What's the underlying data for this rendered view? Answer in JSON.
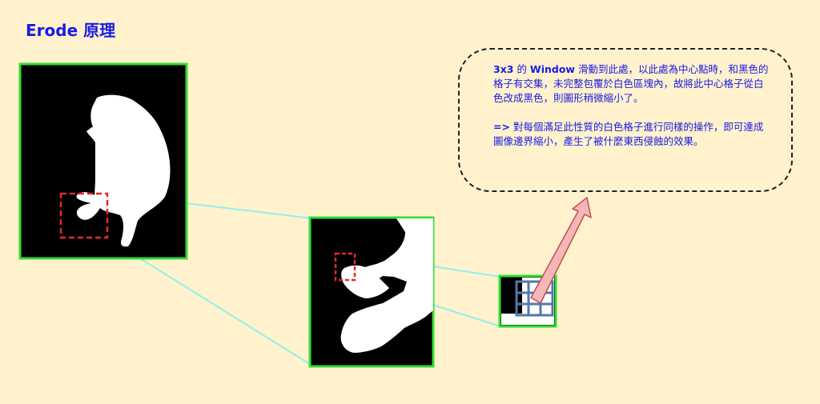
{
  "title": {
    "prefix": "Erode",
    "suffix": "原理"
  },
  "callout": {
    "p1_bold": "3x3",
    "p1_text1": " 的 ",
    "p1_bold2": "Window",
    "p1_text2": " 滑動到此處，以此處為中心點時，和黑色的格子有交集，未完整包覆於白色區塊內，故將此中心格子從白色改成黑色，則圖形稍微縮小了。",
    "p2_bold": "=>",
    "p2_text": " 對每個滿足此性質的白色格子進行同樣的操作，即可達成圖像邊界縮小，產生了被什麼東西侵蝕的效果。"
  },
  "colors": {
    "background": "#fff2cc",
    "title": "#1a1ae6",
    "frame_border": "#33dd33",
    "zoom_line": "#8ff0f0",
    "selection": "#e02a2a",
    "grid": "#5577aa",
    "arrow_fill": "#f4b6b6",
    "arrow_stroke": "#c05050"
  }
}
